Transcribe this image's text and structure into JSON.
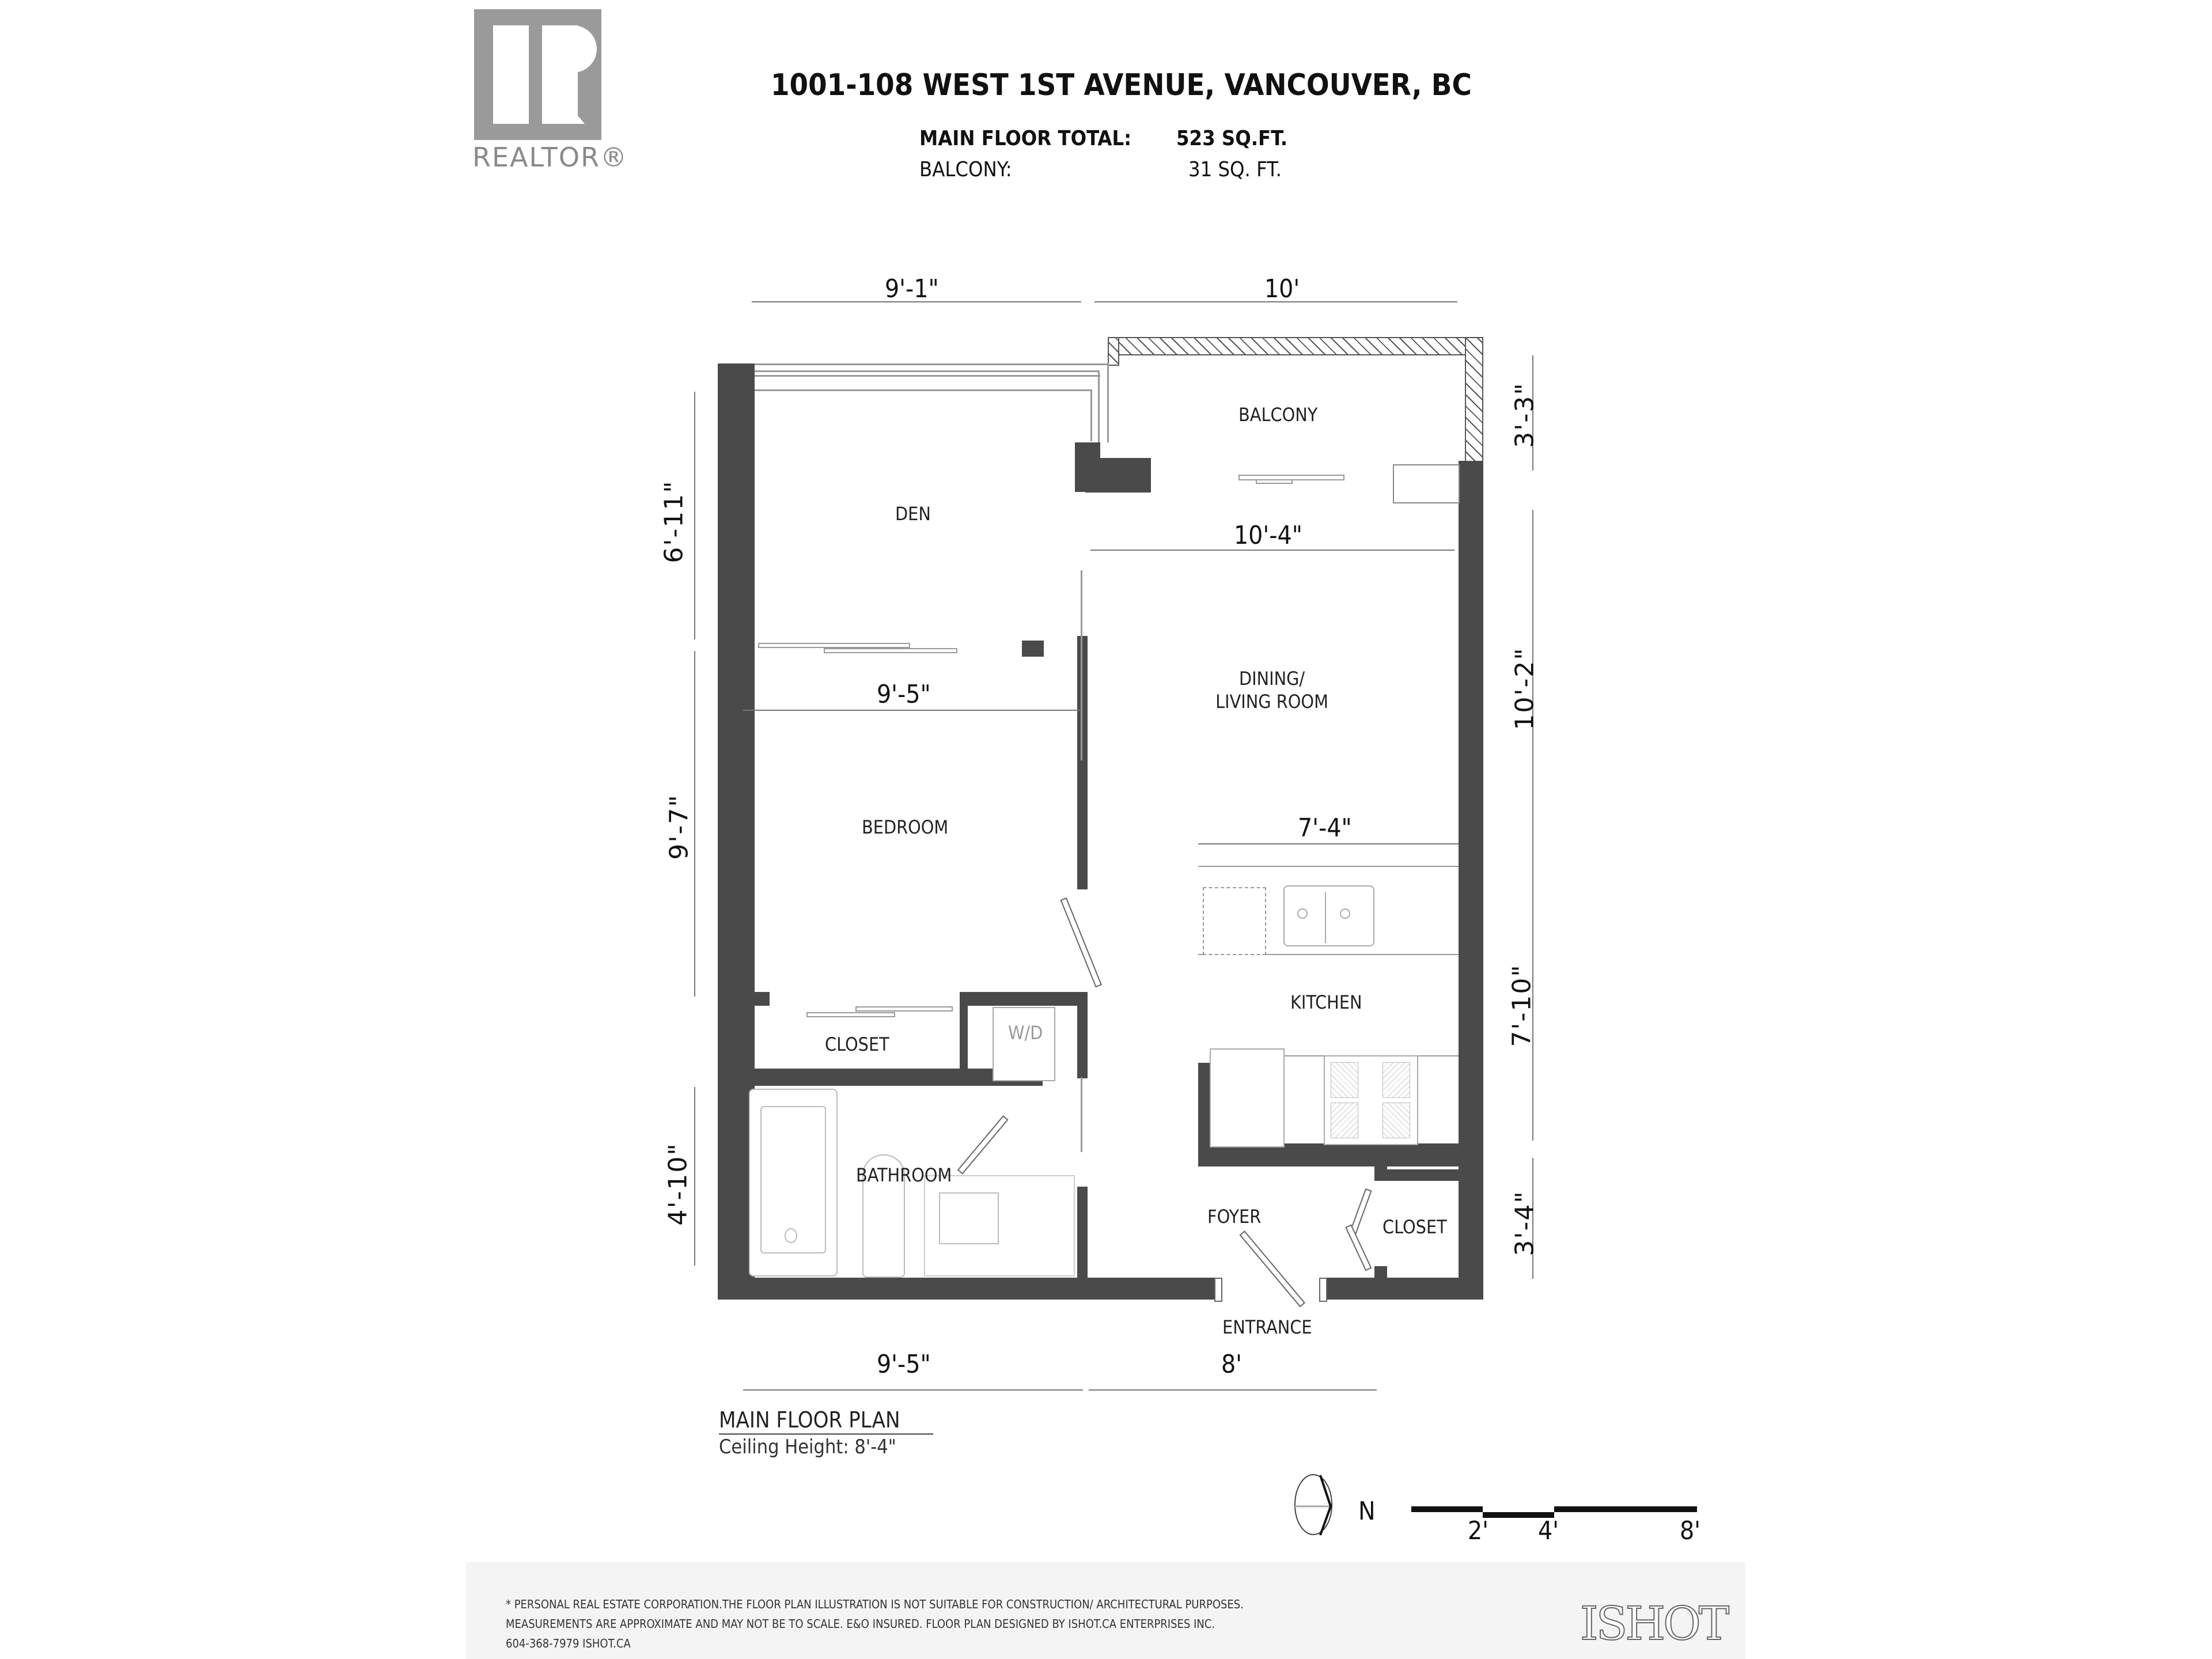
{
  "header": {
    "logo": {
      "icon": "realtor-r-icon",
      "text": "REALTOR®"
    },
    "title": "1001-108 WEST 1ST AVENUE, VANCOUVER, BC",
    "areas": [
      {
        "label": "MAIN FLOOR TOTAL:",
        "value": "523 SQ.FT."
      },
      {
        "label": "BALCONY:",
        "value": "31 SQ. FT."
      }
    ]
  },
  "floor_plan": {
    "rooms": {
      "balcony": "BALCONY",
      "den": "DEN",
      "dining_living": "DINING/\nLIVING ROOM",
      "dining_line1": "DINING/",
      "dining_line2": "LIVING ROOM",
      "bedroom": "BEDROOM",
      "kitchen": "KITCHEN",
      "closet_bedroom": "CLOSET",
      "wd": "W/D",
      "bathroom": "BATHROOM",
      "foyer": "FOYER",
      "closet_foyer": "CLOSET",
      "entrance": "ENTRANCE"
    },
    "dimensions": {
      "top_left": "9'-1\"",
      "top_right": "10'",
      "den_height": "6'-11\"",
      "balcony_depth": "3'-3\"",
      "living_width": "10'-4\"",
      "bedroom_width": "9'-5\"",
      "bedroom_height": "9'-7\"",
      "living_height": "10'-2\"",
      "kitchen_width": "7'-4\"",
      "kitchen_height": "7'-10\"",
      "bathroom_height": "4'-10\"",
      "closet_height": "3'-4\"",
      "bottom_left": "9'-5\"",
      "bottom_right": "8'"
    },
    "plan_title": "MAIN FLOOR PLAN",
    "ceiling_height": "Ceiling Height: 8'-4\""
  },
  "legend": {
    "compass_label": "N",
    "compass_icon": "north-arrow-icon",
    "scale_labels": [
      "2'",
      "4'",
      "8'"
    ]
  },
  "footer": {
    "lines": [
      "* PERSONAL REAL ESTATE CORPORATION.THE FLOOR PLAN ILLUSTRATION IS NOT SUITABLE FOR CONSTRUCTION/ ARCHITECTURAL PURPOSES.",
      "MEASUREMENTS ARE APPROXIMATE AND MAY NOT BE TO SCALE. E&O INSURED. FLOOR PLAN DESIGNED BY ISHOT.CA ENTERPRISES INC.",
      "604-368-7979  ISHOT.CA"
    ],
    "brand": "ISHOT"
  },
  "colors": {
    "wall": "#4a4a4a",
    "logo_gray": "#9a9a9a",
    "footer_bg": "#f4f4f4",
    "text": "#111111"
  }
}
